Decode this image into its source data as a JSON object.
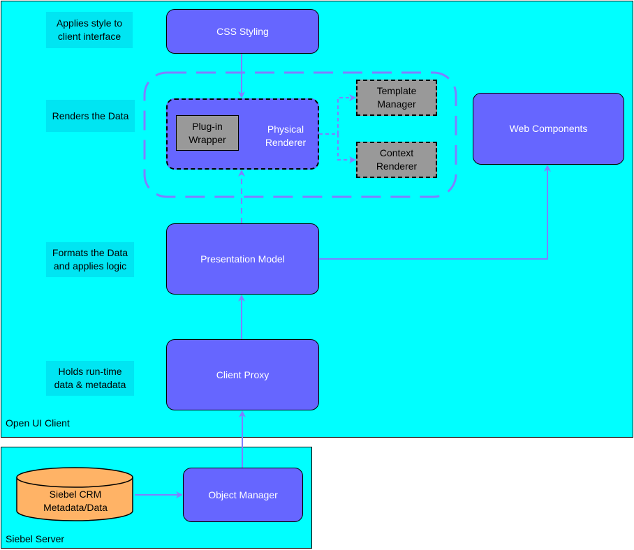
{
  "regions": {
    "client_label": "Open UI Client",
    "server_label": "Siebel Server"
  },
  "notes": {
    "css": "Applies style to\nclient interface",
    "render": "Renders the Data",
    "format": "Formats the Data\nand applies logic",
    "hold": "Holds run-time\ndata & metadata"
  },
  "boxes": {
    "css_styling": "CSS Styling",
    "physical_renderer": "Physical\nRenderer",
    "plugin_wrapper": "Plug-in\nWrapper",
    "template_manager": "Template\nManager",
    "context_renderer": "Context\nRenderer",
    "web_components": "Web Components",
    "presentation_model": "Presentation Model",
    "client_proxy": "Client Proxy",
    "object_manager": "Object Manager",
    "database": "Siebel CRM\nMetadata/Data"
  },
  "colors": {
    "region": "#00ffff",
    "note": "#00e5f2",
    "box": "#6666ff",
    "component": "#999999",
    "database": "#ffb366",
    "connector": "#7f7fff"
  }
}
